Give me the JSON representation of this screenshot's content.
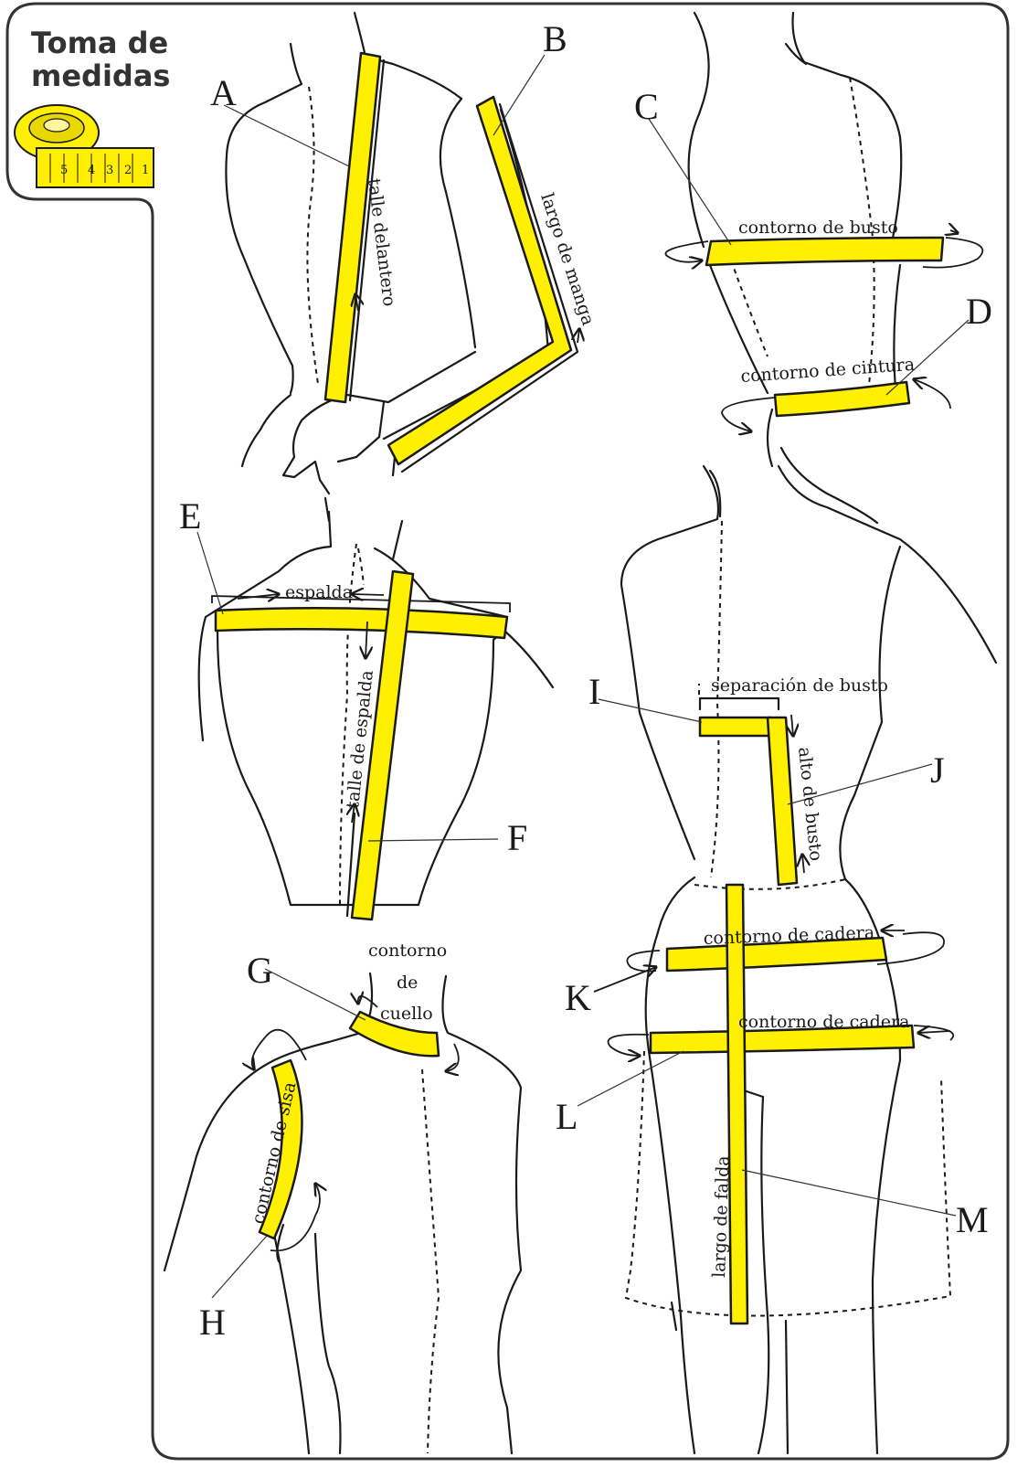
{
  "header": {
    "title_line1": "Toma de",
    "title_line2": "medidas",
    "tape_digits": [
      "1",
      "2",
      "3",
      "4",
      "5"
    ]
  },
  "colors": {
    "tape": "#ffef00",
    "outline": "#1a1a1a",
    "border": "#333333"
  },
  "measurements": [
    {
      "letter": "A",
      "label": "talle delantero"
    },
    {
      "letter": "B",
      "label": "largo de manga"
    },
    {
      "letter": "C",
      "label": "contorno de busto"
    },
    {
      "letter": "D",
      "label": "contorno de cintura"
    },
    {
      "letter": "E",
      "label": "espalda"
    },
    {
      "letter": "F",
      "label": "talle de espalda"
    },
    {
      "letter": "G",
      "label_lines": [
        "contorno",
        "de",
        "cuello"
      ]
    },
    {
      "letter": "H",
      "label": "contorno de sisa"
    },
    {
      "letter": "I",
      "label": "separación de busto"
    },
    {
      "letter": "J",
      "label": "alto de busto"
    },
    {
      "letter": "K",
      "label": "contorno de  cadera"
    },
    {
      "letter": "L",
      "label": "contorno de cadera"
    },
    {
      "letter": "M",
      "label": "largo de falda"
    }
  ]
}
